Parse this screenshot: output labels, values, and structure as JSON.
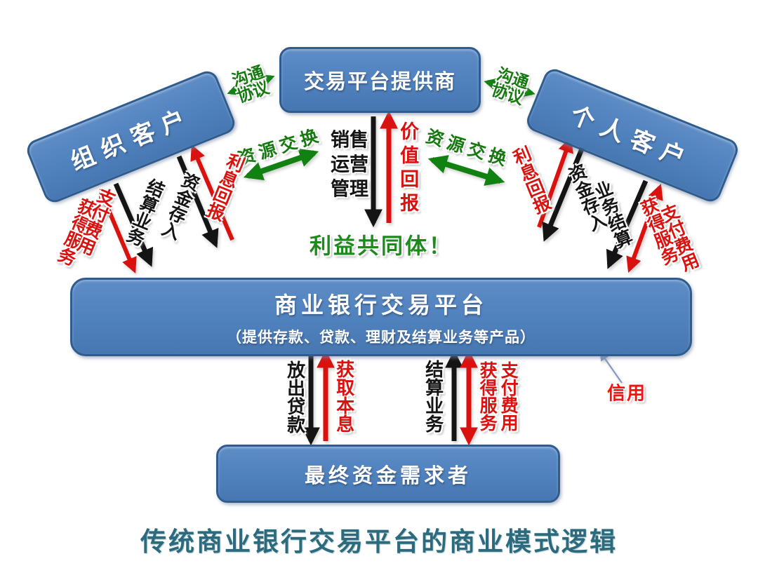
{
  "boxes": {
    "provider": {
      "label": "交易平台提供商"
    },
    "org_customer": {
      "label": "组织客户"
    },
    "personal_customer": {
      "label": "个人客户"
    },
    "platform": {
      "title": "商业银行交易平台",
      "subtitle": "（提供存款、贷款、理财及结算业务等产品）"
    },
    "fund_demander": {
      "label": "最终资金需求者"
    }
  },
  "center": {
    "comm_left": "沟通协议",
    "comm_right": "沟通协议",
    "resource_left": "资源交换",
    "resource_right": "资源交换",
    "sales_ops": "销售运营管理",
    "value_return": "价值回报",
    "community": "利益共同体！"
  },
  "left_flows": {
    "get_service": "获得服务",
    "pay_fee": "支付费用",
    "settlement": "结算业务",
    "deposit": "资金存入",
    "interest_return": "利息回报"
  },
  "right_flows": {
    "interest_return": "利息回报",
    "deposit": "资金存入",
    "settlement": "业务结算",
    "get_service": "获得服务",
    "pay_fee": "支付费用"
  },
  "bottom_flows": {
    "loan_out": "放出贷款",
    "collect_principal_interest": "获取本息",
    "settlement": "结算业务",
    "get_service": "获得服务",
    "pay_fee": "支付费用"
  },
  "credit_note": "信用",
  "caption": "传统商业银行交易平台的商业模式逻辑",
  "colors": {
    "box_fill": "#4f81bd",
    "box_border": "#2f5c8f",
    "arrow_black": "#141414",
    "arrow_red": "#d9120f",
    "arrow_green": "#118211",
    "label_green": "#15790f",
    "community_green": "#1d8a1d",
    "caption_teal": "#2c6b7d",
    "credit_red": "#fb0f0f",
    "credit_arrow_blue": "#7e96c2"
  }
}
